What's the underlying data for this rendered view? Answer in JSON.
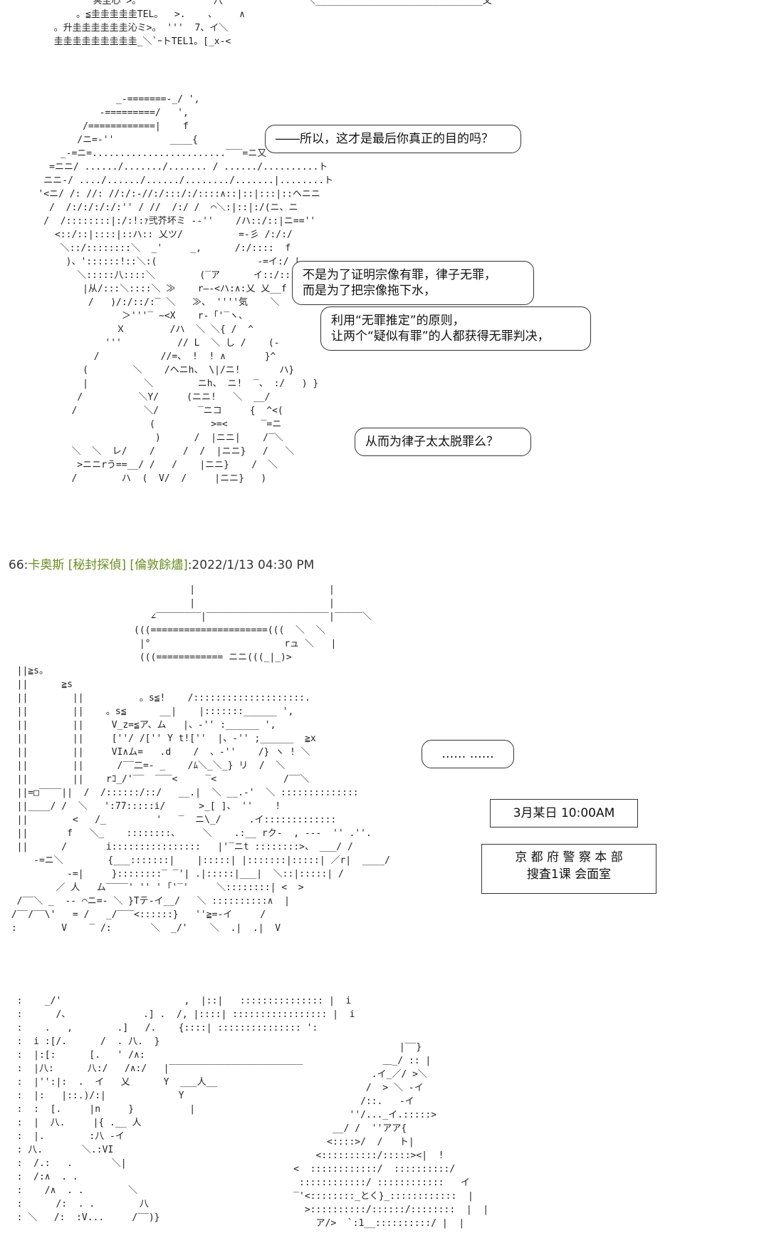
{
  "panel1": {
    "top_art": "         冥圭心 >。             八\n      。≦圭圭圭圭圭TEL。  >.    、    ∧\n  。升圭圭圭圭圭圭沁ミ>。 '''  7、イ＼\n  圭圭圭圭圭圭圭圭圭_＼`ｰトTEL1。[_x-<",
    "figure_art": "                 _-=======-_/ ',\n              -=========/   ',\n           /============|    f\n          /ニ=-''          ____{\n       _-=ニ=........................‾‾‾=ニ又\n     =ニニ/ ....../......./....... / ....../..........ト\n    ニニ-/ ..../....../....../......../.......|........ト\n   '<ニ/ /: //: //:/:-//:/:::/:/::::∧::|::|:::|::ヘニニ\n     /  /:/:/:/:/:'' / //  /:/ /  ⌒＼:|::|:/(ニ、ニ\n    /  /::::::::|:/:!:ｧ弐芥坏ミ --''    /ハ::/::|ニ==''\n      <::/::|::::|::ハ:: 乂ツ/          =-彡 /:/:/\n       ＼::/::::::::＼  _'     _,      /:/::::  f\n        )、'::::::!::＼:(                  -=イ:/ |\n          ＼:::::八::::＼        (‾ア      イ::/::|\n           |从/:::＼::::＼ ≫    r―-<ハ:∧:乂 乂__f\n            /   )/:/::/:‾ ＼   ≫、 ''''気    ＼\n                  ＞'''‾ ~<X    r‐「'‾ヽ、\n                 Ｘ        /ハ  ＼ ＼{ /  ^\n               '''          // L  ＼ し /    (‐\n             /           //=、 !  ! ∧       }^\n           (        ＼    /ヘニh、 \\|/ニ!       ハ}\n           |          ＼        ニh、 ニ!  ‾、 :/   ) }\n          /          ＼Y/     (ニニ!   ＼  __/\n         /            ＼/       ‾ニコ     {  ^<(\n                       (          >=<      ‾=ニ\n                        )      /  |ニニ|    /‾＼\n         ＼  ＼  レ/    /     /  /  |ニニ}   /   ＼\n          >ニニrう==__/ /   /    |ニニ}    /  ＼\n         /        ハ  (  V/  /     |ニニ}   )",
    "bubbles": [
      "――所以，这才是最后你真正的目的吗？",
      "不是为了证明宗像有罪，律子无罪，\n而是为了把宗像拖下水，",
      "利用“无罪推定”的原则，\n让两个“疑似有罪”的人都获得无罪判决，",
      "从而为律子太太脱罪么？"
    ]
  },
  "post": {
    "number": "66:",
    "name": "卡奥斯 [秘封探偵] [倫敦餘燼]",
    "datetime": ":2022/1/13 04:30 PM"
  },
  "panel2": {
    "scene_art": "                                 |                        |\n                                 |                        |\n                          ∠‾‾‾‾‾‾‾‾|‾‾‾‾‾‾‾‾‾‾‾‾‾‾‾‾‾‾‾‾‾‾|‾‾‾‾‾＼\n                       (((=====================(((  ＼  ＼\n                        |°                        rュ ＼   |\n                        (((============ ニニ(((_|_)>\n  ||≧s。\n  ||      ≧s\n  ||        ||          。s≦!    /::::::::::::::::::::.\n  ||        ||    。s≦      __|    |:::::::______ ',\n  ||        ||     V_z=≦ア、ム   |、-'' :______ ',\n  ||        ||     [''/ /['' Y t![''  |、-'' ;______  ≧x\n  ||        ||     VI∧ム=   .d    /  、-''    /} ヽ ! ＼\n  ||        ||      /‾‾二=- _    /ﾑ＼_＼_} リ  /  ＼\n  ||        ||    rｺ_/'‾‾  ‾‾‾<     ‾<            /‾‾＼\n  ||=□‾‾‾‾||  /  /::::::/::/   __.|  ＼ __.-'  ＼ ::::::::::::::\n  ||____/ /  ＼   ':77:::::i/      >_[ ]、 ''    !\n  ||        <   /_         '   ‾  ニ\\_/     .イ:::::::::::::\n  ||       f   ＼_    ::::::::、    ＼    .:__ rク‐  , ---  '' .''.\n  ||      /       i::::::::::::::::   |'‾ニt ::::::::>、 ___/ /\n     -=ニ＼        {___:::::::|    |:::::| |:::::::|:::::| ／r|  ____/\n           -=|     }::::::::‾ ‾'| .|:::::|___|  ＼::|:::::| /\n         ／ 人   ム‾‾‾‾' '' ' ｢'‾'     ＼::::::::| <  >\n  /‾‾＼ _  -- ⌒ニ=- ＼ }Tテ‐イ__/   ＼ ::::::::::∧  |\n /‾‾/‾‾\\'   = /   _/‾‾‾<::::::}   ''≧=‐イ     /\n :        V    ‾ /:       ＼  _/'    ＼  .|  .|  V",
    "scene_art2": "  :    _/'                      ,  |::|   ::::::::::::::: |  i\n  :      /、             .] .  /, |::::| ::::::::::::::::: |  i\n  :    .   ,        .]   /.    {::::| ::::::::::::::: ':\n  :  i :[/.      /  . 八.  }\n  :  |:[:      [.   ' /∧:\n  :  |八:      八:/   /∧:/   |‾‾‾‾‾‾‾‾‾‾‾‾‾‾‾‾‾‾‾‾‾‾‾‾\n  :  |'':|:  .  イ   乂      Y  ___人__\n  :  |:   |::.)/:|             Y\n  :  :  [.     |n     }          |\n  :  |  八.     |{ .__ 人\n  :  |.        :八 ‐イ\n  : 八.       ＼.:VI\n  :  /.:   .       ＼|\n  :  /:∧  . .\n  :    /∧  . .        ＼\n  :      /:  . .        八\n  : ＼   /:  :V...     /‾‾)}",
    "stairs_art": "                                         |‾‾}\n                                      ＿_/ :: |\n                                    .イ_／/ >＼\n                                   /  > ＼ -イ\n                                  /::.   ‐イ\n                                ''/..._イ.:::::>\n                             __/ /  ''アア{\n                            <::::>/  /   ト|\n                          <::::::::::/:::::><|  !\n                      <  ::::::::::::/  ::::::::::/\n                       ::::::::::::/ ::::::::::::   イ\n                      ‾'<::::::::_とく}_::::::::::::  |\n                        >::::::::::/::::::/::::::::  |  |\n                          ア/>  `:1__::::::::::/ |  |",
    "bubble": "…… ……",
    "date_sign": "3月某日   10:00AM",
    "location_sign_line1": "京 都 府 警 察 本 部",
    "location_sign_line2": "搜査1课   会面室"
  }
}
